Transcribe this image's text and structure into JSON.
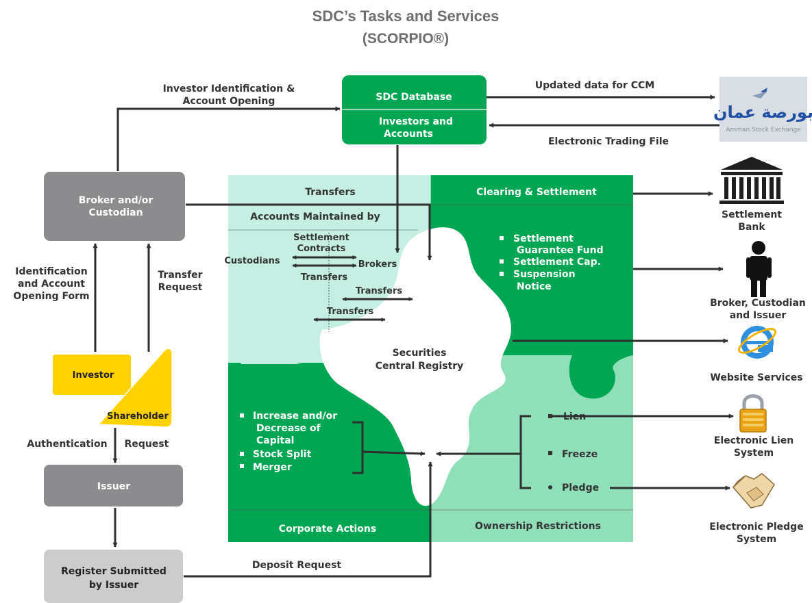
{
  "title_line1": "SDC’s Tasks and Services",
  "title_line2": "(SCORPIO®)",
  "colors": {
    "green": "#00a651",
    "light_green": "#c4efe2",
    "mid_green": "#8fe0b8",
    "gray": "#8c8c8e",
    "light_gray": "#cccccc",
    "yellow": "#ffd200",
    "arrow": "#2e2e2e"
  },
  "sdc_database": {
    "top": "SDC Database",
    "bottom_line1": "Investors and",
    "bottom_line2": "Accounts"
  },
  "investor_id_line1": "Investor Identification &",
  "investor_id_line2": "Account Opening",
  "updated_data": "Updated data for CCM",
  "electronic_trading": "Electronic Trading File",
  "ase_logo": {
    "arabic": "بورصة عمان",
    "english": "Amman Stock Exchange"
  },
  "broker_box": {
    "line1": "Broker and/or",
    "line2": "Custodian"
  },
  "id_form": {
    "line1": "Identification",
    "line2": "and Account",
    "line3": "Opening Form"
  },
  "transfer_request": {
    "line1": "Transfer",
    "line2": "Request"
  },
  "investor": "Investor",
  "shareholder": "Shareholder",
  "auth_request": {
    "part1": "Authentication",
    "part2": "Request"
  },
  "issuer": "Issuer",
  "register": {
    "line1": "Register Submitted",
    "line2": "by Issuer"
  },
  "deposit_request": "Deposit Request",
  "transfers_header": "Transfers",
  "clearing_header": "Clearing & Settlement",
  "accounts_maintained": "Accounts Maintained by",
  "settlement_contracts": {
    "line1": "Settlement",
    "line2": "Contracts"
  },
  "custodians": "Custodians",
  "brokers": "Brokers",
  "transfers_label": "Transfers",
  "clearing_bullets": {
    "b1_line1": "Settlement",
    "b1_line2": "Guarantee Fund",
    "b2": "Settlement Cap.",
    "b3_line1": "Suspension",
    "b3_line2": "Notice"
  },
  "registry": {
    "line1": "Securities",
    "line2": "Central Registry"
  },
  "corporate_bullets": {
    "b1_line1": "Increase and/or",
    "b1_line2": "Decrease of",
    "b1_line3": "Capital",
    "b2": "Stock Split",
    "b3": "Merger"
  },
  "restrictions": {
    "lien": "Lien",
    "freeze": "Freeze",
    "pledge": "Pledge"
  },
  "corporate_actions": "Corporate Actions",
  "ownership_restrictions": "Ownership Restrictions",
  "settlement_bank": {
    "line1": "Settlement",
    "line2": "Bank"
  },
  "broker_custodian_issuer": {
    "line1": "Broker, Custodian",
    "line2": "and Issuer"
  },
  "website_services": "Website Services",
  "electronic_lien": {
    "line1": "Electronic Lien",
    "line2": "System"
  },
  "electronic_pledge": {
    "line1": "Electronic Pledge",
    "line2": "System"
  }
}
